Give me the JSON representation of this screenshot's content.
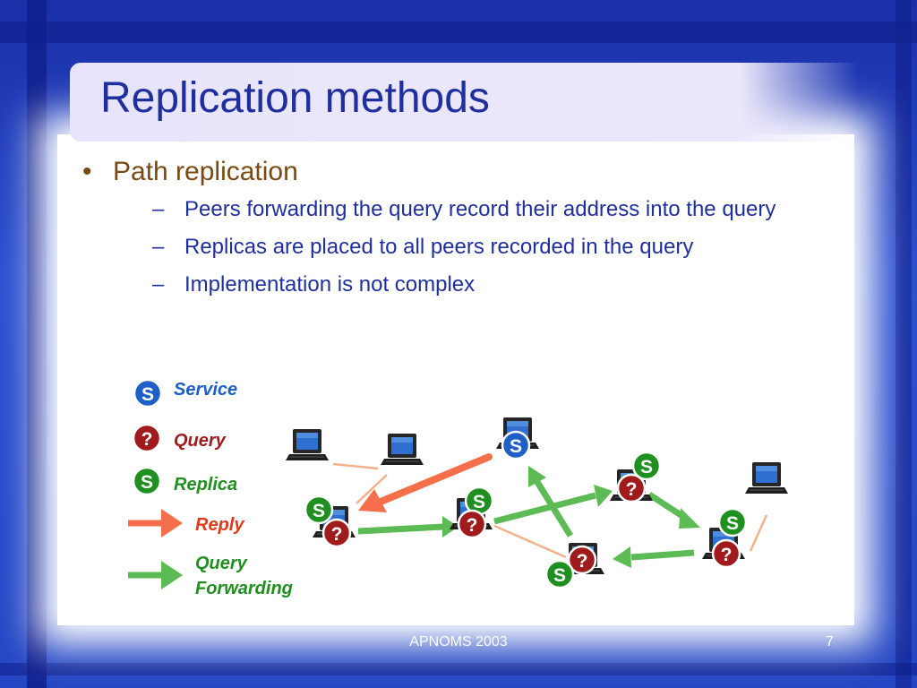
{
  "title": "Replication methods",
  "bullet": "Path replication",
  "subbullets": [
    "Peers forwarding the query record their address into the query",
    "Replicas are placed to all peers recorded in the query",
    "Implementation is not complex"
  ],
  "legend": {
    "service": "Service",
    "query": "Query",
    "replica": "Replica",
    "reply": "Reply",
    "forward_1": "Query",
    "forward_2": "Forwarding"
  },
  "badges": {
    "service": "S",
    "query": "?",
    "replica": "S"
  },
  "colors": {
    "title": "#1f2f9e",
    "bullet": "#7a4a14",
    "service": "#1e5fc8",
    "query": "#a01c1c",
    "replica": "#1f8f1f",
    "reply_arrow": "#f5704a",
    "forward_arrow": "#5dbb55",
    "peer_link": "#f4b08a"
  },
  "footer": "APNOMS 2003",
  "page": "7"
}
